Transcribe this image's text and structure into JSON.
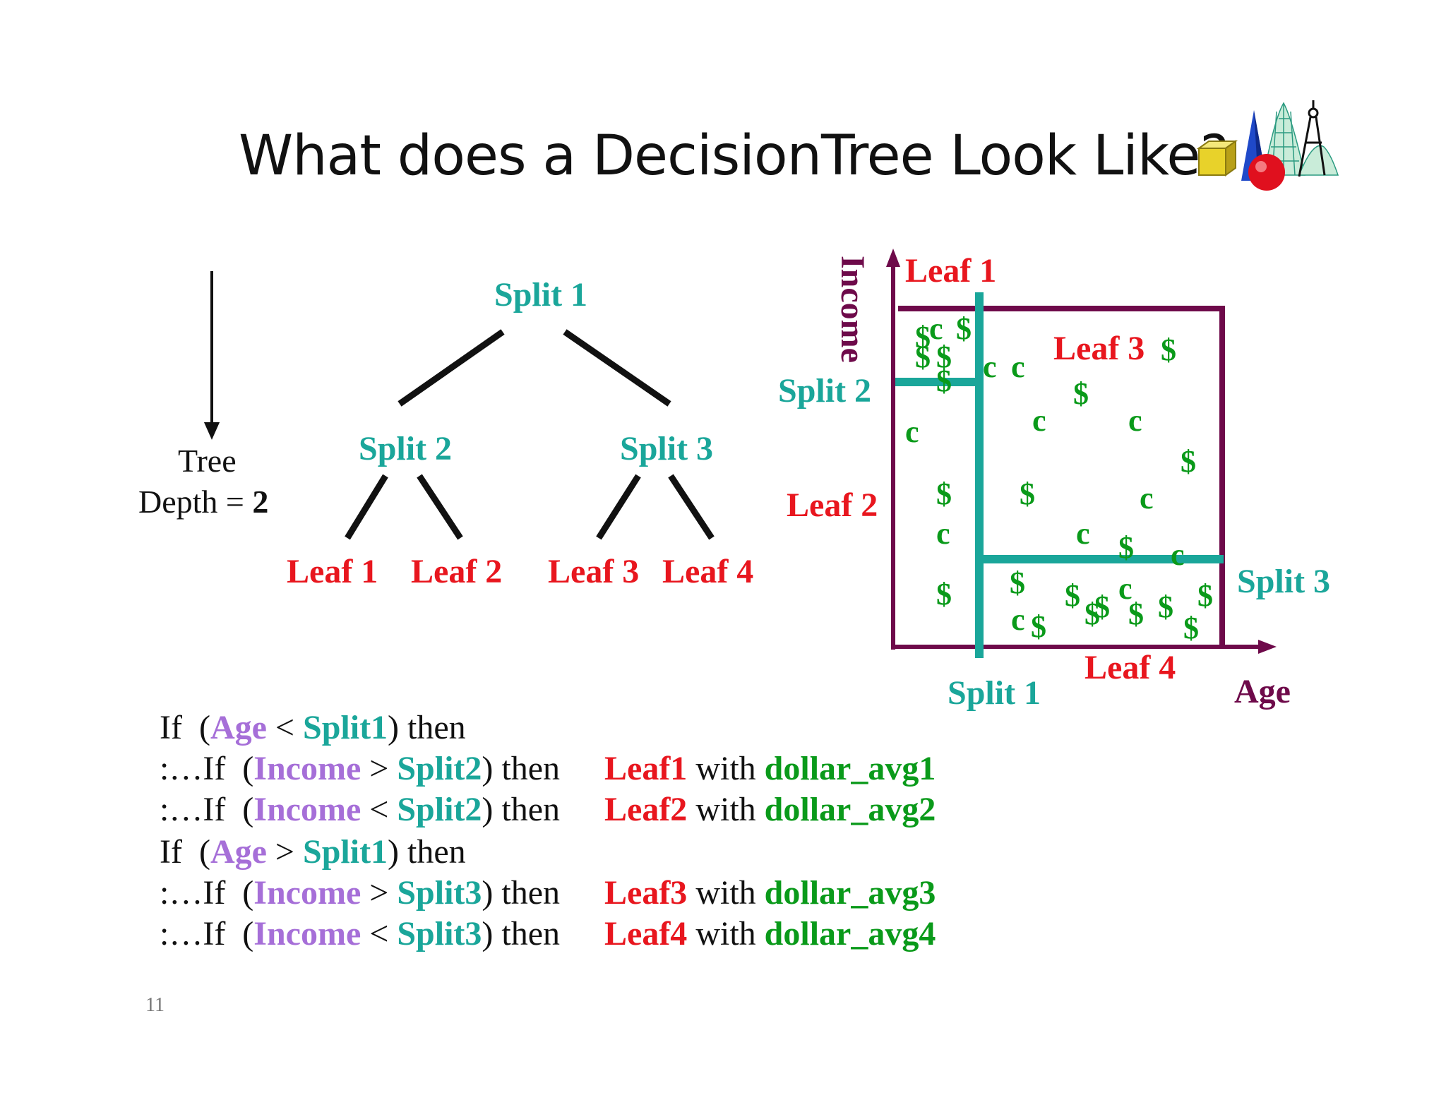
{
  "slide": {
    "title": "What does a DecisionTree Look Like?",
    "page_number": "11"
  },
  "tree": {
    "depth_label_line1": "Tree",
    "depth_label_line2": "Depth = ",
    "depth_value": "2",
    "root": "Split 1",
    "left_split": "Split 2",
    "right_split": "Split 3",
    "leaves": [
      "Leaf 1",
      "Leaf 2",
      "Leaf 3",
      "Leaf 4"
    ]
  },
  "plot": {
    "y_axis_label": "Income",
    "x_axis_label": "Age",
    "leaf1": "Leaf 1",
    "leaf2": "Leaf 2",
    "leaf3": "Leaf 3",
    "leaf4": "Leaf 4",
    "split1": "Split 1",
    "split2": "Split 2",
    "split3": "Split 3",
    "dollar": "$",
    "c": "c"
  },
  "rules": [
    {
      "prefix": "If  (",
      "var": "Age",
      "op": " < ",
      "split": "Split1",
      "suffix": ") then",
      "leaf": "",
      "with": "",
      "avg": ""
    },
    {
      "prefix": ":…If  (",
      "var": "Income",
      "op": " > ",
      "split": "Split2",
      "suffix": ") then",
      "leaf": "Leaf1",
      "with": " with ",
      "avg": "dollar_avg1"
    },
    {
      "prefix": ":…If  (",
      "var": "Income",
      "op": " < ",
      "split": "Split2",
      "suffix": ") then",
      "leaf": "Leaf2",
      "with": " with ",
      "avg": "dollar_avg2"
    },
    {
      "prefix": "If  (",
      "var": "Age",
      "op": " > ",
      "split": "Split1",
      "suffix": ") then",
      "leaf": "",
      "with": "",
      "avg": ""
    },
    {
      "prefix": ":…If  (",
      "var": "Income",
      "op": " > ",
      "split": "Split3",
      "suffix": ") then",
      "leaf": "Leaf3",
      "with": " with ",
      "avg": "dollar_avg3"
    },
    {
      "prefix": ":…If  (",
      "var": "Income",
      "op": " < ",
      "split": "Split3",
      "suffix": ") then",
      "leaf": "Leaf4",
      "with": " with ",
      "avg": "dollar_avg4"
    }
  ],
  "colors": {
    "split": "#1aa69a",
    "leaf": "#e8161e",
    "variable": "#a66fd8",
    "avg": "#0a9a1a",
    "axis": "#6e0a4a"
  },
  "icons": [
    "geometry-shapes-icon"
  ]
}
